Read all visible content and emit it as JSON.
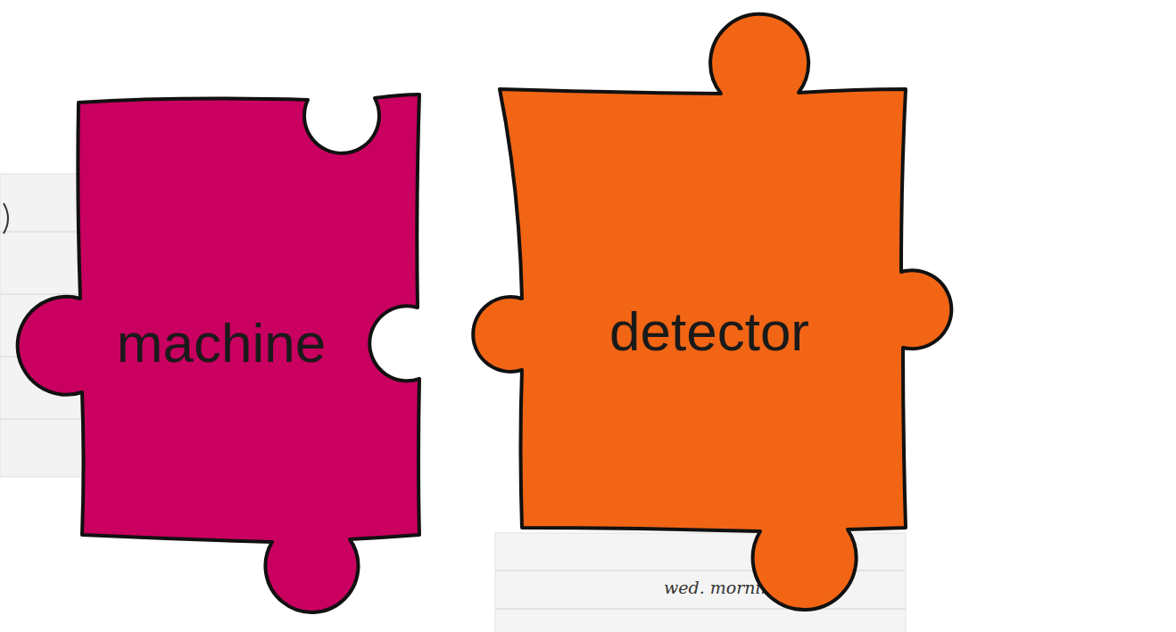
{
  "diagram": {
    "nodes": [
      {
        "text": [
          "machine"
        ]
      },
      {
        "text": [
          "detector"
        ]
      }
    ],
    "labels": [
      "wed. morning"
    ]
  }
}
